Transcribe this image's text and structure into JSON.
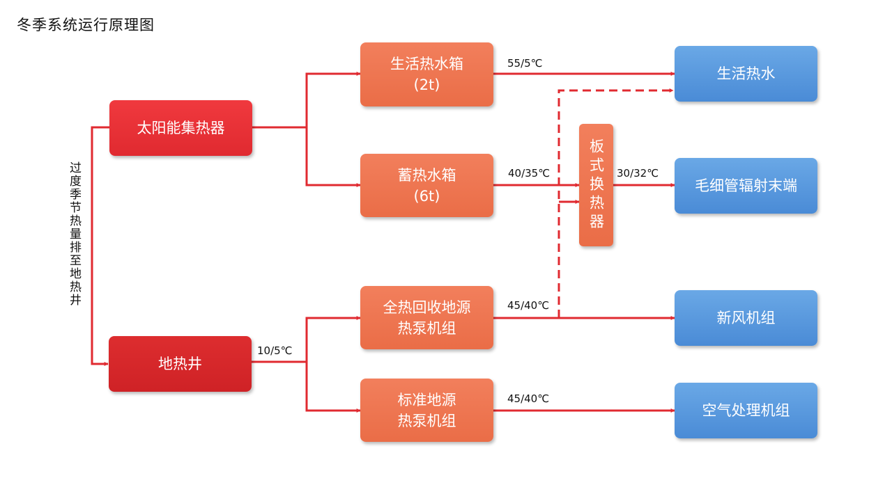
{
  "title": "冬季系统运行原理图",
  "side_label": "过度季节热量排至地热井",
  "nodes": {
    "solar_collector": "太阳能集热器",
    "geothermal_well": "地热井",
    "domestic_tank": {
      "line1": "生活热水箱",
      "line2": "(2t)"
    },
    "storage_tank": {
      "line1": "蓄热水箱",
      "line2": "(6t)"
    },
    "heat_recovery_pump": {
      "line1": "全热回收地源",
      "line2": "热泵机组"
    },
    "standard_pump": {
      "line1": "标准地源",
      "line2": "热泵机组"
    },
    "plate_exchanger": "板式换热器",
    "domestic_hot_water": "生活热水",
    "capillary_radiant": "毛细管辐射末端",
    "fresh_air_unit": "新风机组",
    "air_handling_unit": "空气处理机组"
  },
  "edge_labels": {
    "domestic_supply": "55/5℃",
    "storage_to_exchanger": "40/35℃",
    "exchanger_to_capillary": "30/32℃",
    "well_supply": "10/5℃",
    "recovery_to_fresh_air": "45/40℃",
    "standard_to_ahu": "45/40℃"
  },
  "colors": {
    "line": "#e02a30",
    "red_box": "#e8323a",
    "orange_box": "#ee7650",
    "blue_box": "#5a9ae0"
  }
}
